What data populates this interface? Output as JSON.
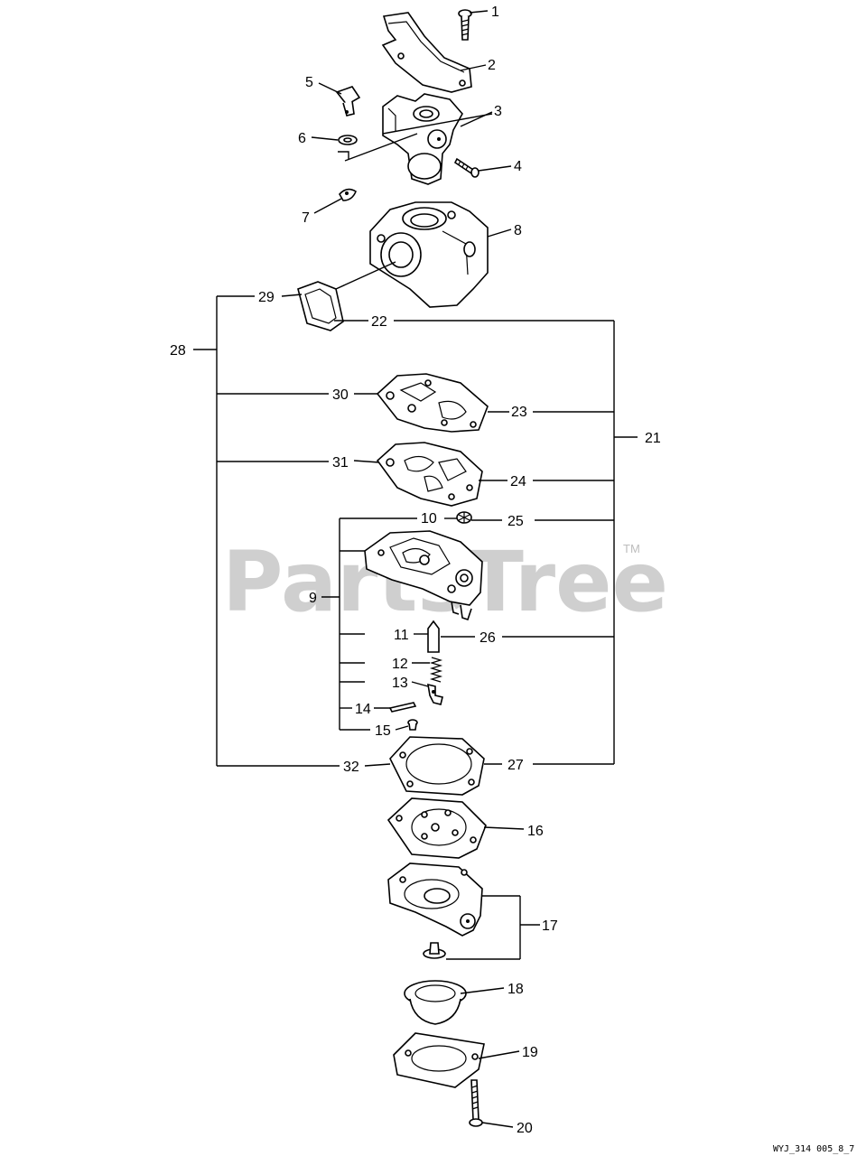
{
  "watermark": {
    "text": "PartsTree",
    "trademark": "TM"
  },
  "drawing_code": "WYJ_314 005_8_7",
  "part_numbers": [
    "1",
    "2",
    "3",
    "4",
    "5",
    "6",
    "7",
    "8",
    "9",
    "10",
    "11",
    "12",
    "13",
    "14",
    "15",
    "16",
    "17",
    "18",
    "19",
    "20",
    "21",
    "22",
    "23",
    "24",
    "25",
    "26",
    "27",
    "28",
    "29",
    "30",
    "31",
    "32"
  ]
}
